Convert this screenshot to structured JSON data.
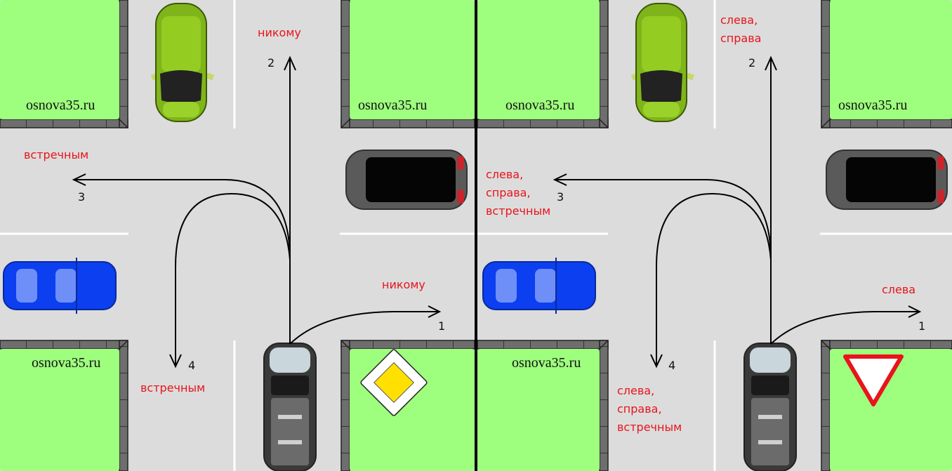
{
  "colors": {
    "road": "#dcdcdc",
    "grass": "#9eff7e",
    "curb": "#6e6e6e",
    "curb_outline": "#222222",
    "lane_marking": "#ffffff",
    "arrow": "#000000",
    "label_red": "#e8141c",
    "divider": "#000000",
    "main_road_sign_yellow": "#ffe000",
    "yield_sign_red": "#e8141c"
  },
  "panels": [
    {
      "id": "left",
      "scenario": "main-road",
      "sign": "main-road-sign-icon",
      "watermarks": [
        "osnova35.ru",
        "osnova35.ru",
        "osnova35.ru"
      ],
      "routes": [
        {
          "number": "1",
          "label": "никому"
        },
        {
          "number": "2",
          "label": "никому"
        },
        {
          "number": "3",
          "label": "встречным"
        },
        {
          "number": "4",
          "label": "встречным"
        }
      ]
    },
    {
      "id": "right",
      "scenario": "secondary-road",
      "sign": "yield-sign-icon",
      "watermarks": [
        "osnova35.ru",
        "osnova35.ru",
        "osnova35.ru"
      ],
      "routes": [
        {
          "number": "1",
          "label": "слева"
        },
        {
          "number": "2",
          "label_lines": [
            "слева,",
            "справа"
          ]
        },
        {
          "number": "3",
          "label_lines": [
            "слева,",
            "справа,",
            "встречным"
          ]
        },
        {
          "number": "4",
          "label_lines": [
            "слева,",
            "справа,",
            "встречным"
          ]
        }
      ]
    }
  ],
  "vehicles": {
    "top": "green-car",
    "right": "dark-grey-car",
    "left": "blue-car",
    "bottom": "silver-minivan"
  }
}
